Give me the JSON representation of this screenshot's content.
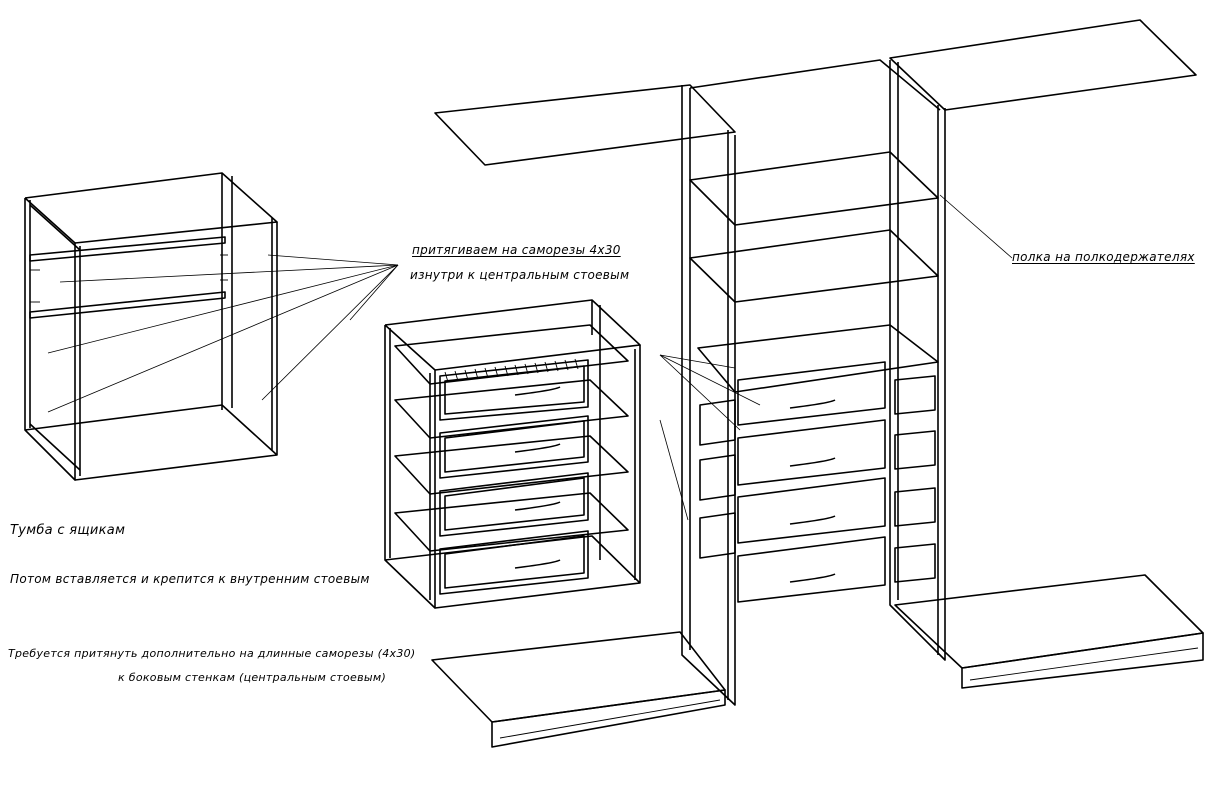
{
  "annotations": {
    "screws_line1": "притягиваем на саморезы 4х30",
    "screws_line2": "изнутри к центральным стоевым",
    "shelf_note": "полка на полкодержателях",
    "unit_title": "Тумба с ящикам",
    "insert_note": "Потом вставляется и крепится к внутренним стоевым",
    "extra_line1": "Требуется притянуть дополнительно на длинные саморезы (4х30)",
    "extra_line2": "к боковым стенкам (центральным стоевым)"
  },
  "colors": {
    "line": "#000000",
    "background": "#ffffff"
  }
}
